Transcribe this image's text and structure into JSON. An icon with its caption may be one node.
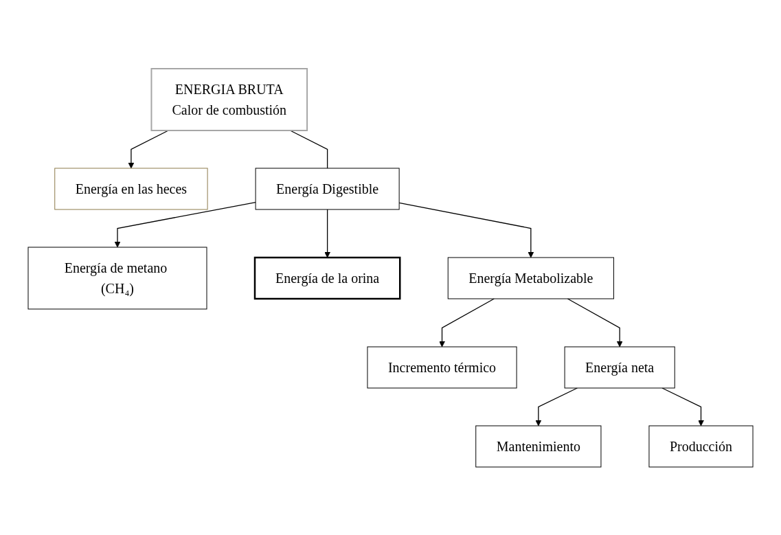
{
  "diagram": {
    "nodes": [
      {
        "text": [
          "ENERGIA BRUTA",
          "Calor de combustión"
        ]
      },
      {
        "text": [
          "Energía en las heces"
        ]
      },
      {
        "text": [
          "Energía Digestible"
        ]
      },
      {
        "text": [
          "Energía de metano (CH₄)"
        ]
      },
      {
        "text": [
          "Energía de la orina"
        ]
      },
      {
        "text": [
          "Energía Metabolizable"
        ]
      },
      {
        "text": [
          "Incremento térmico"
        ]
      },
      {
        "text": [
          "Energía neta"
        ]
      },
      {
        "text": [
          "Mantenimiento"
        ]
      },
      {
        "text": [
          "Producción"
        ]
      }
    ],
    "edges": [
      {
        "from": 0,
        "to": 1,
        "arrow": "to"
      },
      {
        "from": 0,
        "to": 2,
        "arrow": "none"
      },
      {
        "from": 2,
        "to": 3,
        "arrow": "to"
      },
      {
        "from": 2,
        "to": 4,
        "arrow": "to"
      },
      {
        "from": 2,
        "to": 5,
        "arrow": "to"
      },
      {
        "from": 5,
        "to": 6,
        "arrow": "to"
      },
      {
        "from": 5,
        "to": 7,
        "arrow": "to"
      },
      {
        "from": 7,
        "to": 8,
        "arrow": "to"
      },
      {
        "from": 7,
        "to": 9,
        "arrow": "to"
      }
    ]
  }
}
